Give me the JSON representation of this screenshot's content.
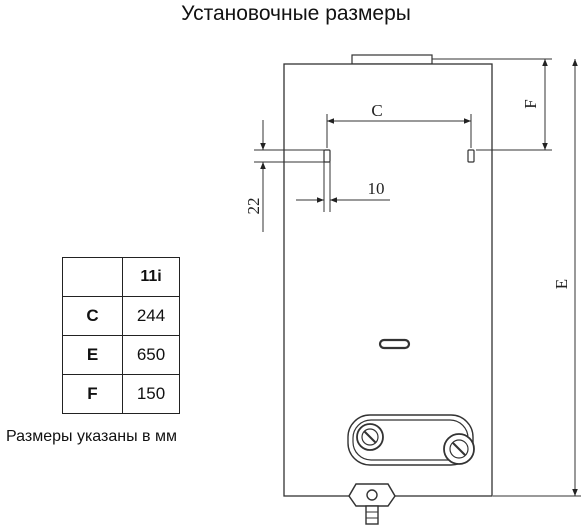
{
  "title": "Установочные размеры",
  "table": {
    "header": [
      "",
      "11i"
    ],
    "rows": [
      {
        "key": "C",
        "value": "244"
      },
      {
        "key": "E",
        "value": "650"
      },
      {
        "key": "F",
        "value": "150"
      }
    ]
  },
  "note": "Размеры указаны  в  мм",
  "drawing": {
    "dim_c": "C",
    "dim_e": "E",
    "dim_f": "F",
    "dim_10": "10",
    "dim_22": "22"
  }
}
